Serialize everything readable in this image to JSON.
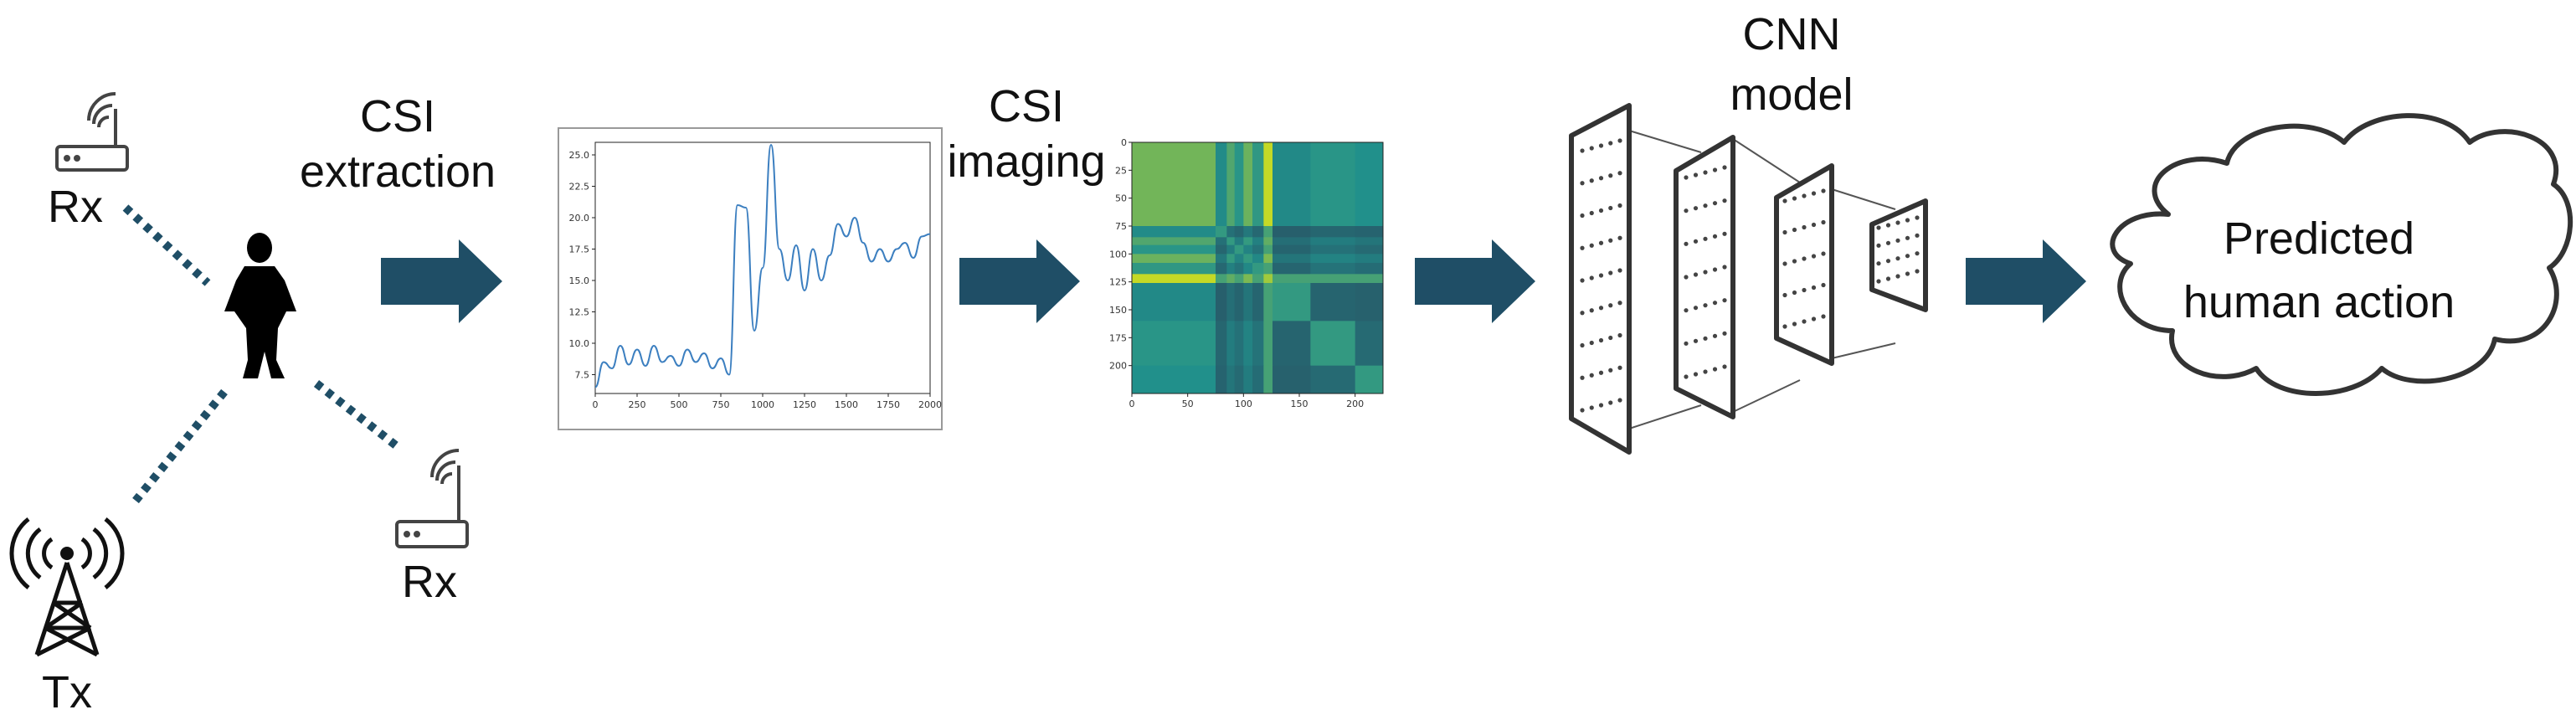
{
  "labels": {
    "rx_top": "Rx",
    "rx_bottom": "Rx",
    "tx": "Tx",
    "csi_extraction_line1": "CSI",
    "csi_extraction_line2": "extraction",
    "csi_imaging_line1": "CSI",
    "csi_imaging_line2": "imaging",
    "cnn_line1": "CNN",
    "cnn_line2": "model",
    "predicted_line1": "Predicted",
    "predicted_line2": "human action"
  },
  "colors": {
    "arrow": "#1f4e66",
    "link_dots": "#1f4e66",
    "signal_line": "#3c7fc0",
    "heat_low": "#30123b",
    "heat_high": "#d8e219"
  },
  "icons": [
    "router-icon",
    "person-icon",
    "antenna-tower-icon",
    "right-arrow-icon",
    "cnn-layers-icon",
    "cloud-icon"
  ],
  "chart_data": [
    {
      "type": "line",
      "x": [
        0,
        50,
        100,
        150,
        200,
        250,
        300,
        350,
        400,
        450,
        500,
        550,
        600,
        650,
        700,
        750,
        800,
        850,
        900,
        950,
        1000,
        1050,
        1100,
        1150,
        1200,
        1250,
        1300,
        1350,
        1400,
        1450,
        1500,
        1550,
        1600,
        1650,
        1700,
        1750,
        1800,
        1850,
        1900,
        1950,
        2000
      ],
      "series": [
        {
          "values": [
            6.5,
            8.5,
            8.0,
            9.8,
            8.3,
            9.5,
            8.2,
            9.8,
            8.5,
            9.0,
            8.2,
            9.5,
            8.5,
            9.2,
            8.0,
            8.8,
            7.5,
            21.0,
            20.8,
            11.0,
            16.0,
            25.8,
            17.5,
            15.0,
            17.8,
            14.2,
            17.5,
            15.0,
            17.0,
            19.5,
            18.5,
            20.0,
            18.0,
            16.5,
            17.5,
            16.5,
            17.5,
            18.0,
            16.8,
            18.5,
            18.7
          ]
        }
      ],
      "xticks": [
        "0",
        "250",
        "500",
        "750",
        "1000",
        "1250",
        "1500",
        "1750",
        "2000"
      ],
      "yticks": [
        "7.5",
        "10.0",
        "12.5",
        "15.0",
        "17.5",
        "20.0",
        "22.5",
        "25.0"
      ],
      "xlim": [
        0,
        2000
      ],
      "ylim": [
        6,
        26
      ],
      "grid": false
    },
    {
      "type": "heatmap",
      "xticks": [
        "0",
        "50",
        "100",
        "150",
        "200"
      ],
      "yticks": [
        "0",
        "25",
        "50",
        "75",
        "100",
        "125",
        "150",
        "175",
        "200"
      ],
      "xlim": [
        0,
        225
      ],
      "ylim": [
        0,
        225
      ],
      "bands": [
        {
          "from": 0,
          "to": 75,
          "level": 0.72
        },
        {
          "from": 75,
          "to": 85,
          "level": 0.25
        },
        {
          "from": 85,
          "to": 92,
          "level": 0.42
        },
        {
          "from": 92,
          "to": 100,
          "level": 0.3
        },
        {
          "from": 100,
          "to": 108,
          "level": 0.5
        },
        {
          "from": 108,
          "to": 118,
          "level": 0.32
        },
        {
          "from": 118,
          "to": 126,
          "level": 0.85
        },
        {
          "from": 126,
          "to": 160,
          "level": 0.24
        },
        {
          "from": 160,
          "to": 200,
          "level": 0.3
        },
        {
          "from": 200,
          "to": 225,
          "level": 0.27
        }
      ]
    }
  ]
}
